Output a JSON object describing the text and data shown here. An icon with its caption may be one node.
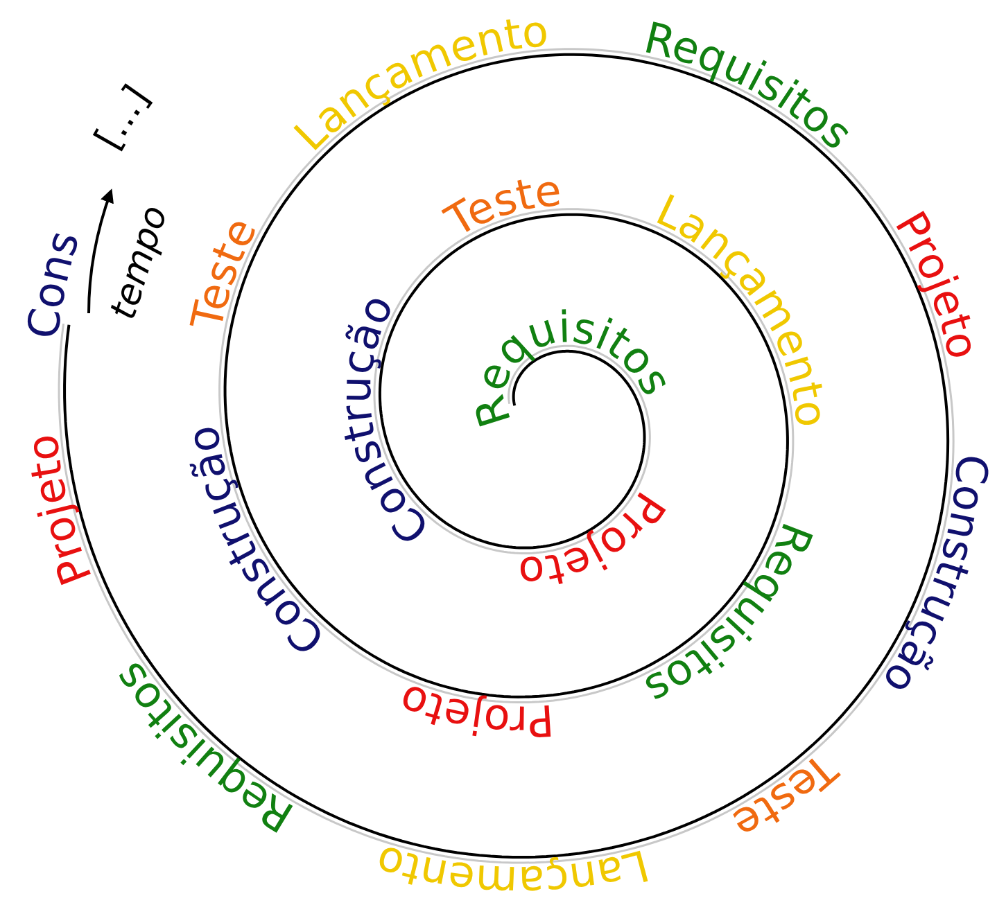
{
  "diagram": {
    "labels": [
      "Requisitos",
      "Projeto",
      "Construção",
      "Teste",
      "Lançamento",
      "Requisitos",
      "Projeto",
      "Construção",
      "Teste",
      "Lançamento",
      "Requisitos",
      "Projeto",
      "Construção",
      "Teste",
      "Lançamento",
      "Requisitos",
      "Projeto",
      "Cons",
      "[...]",
      "tempo"
    ]
  }
}
